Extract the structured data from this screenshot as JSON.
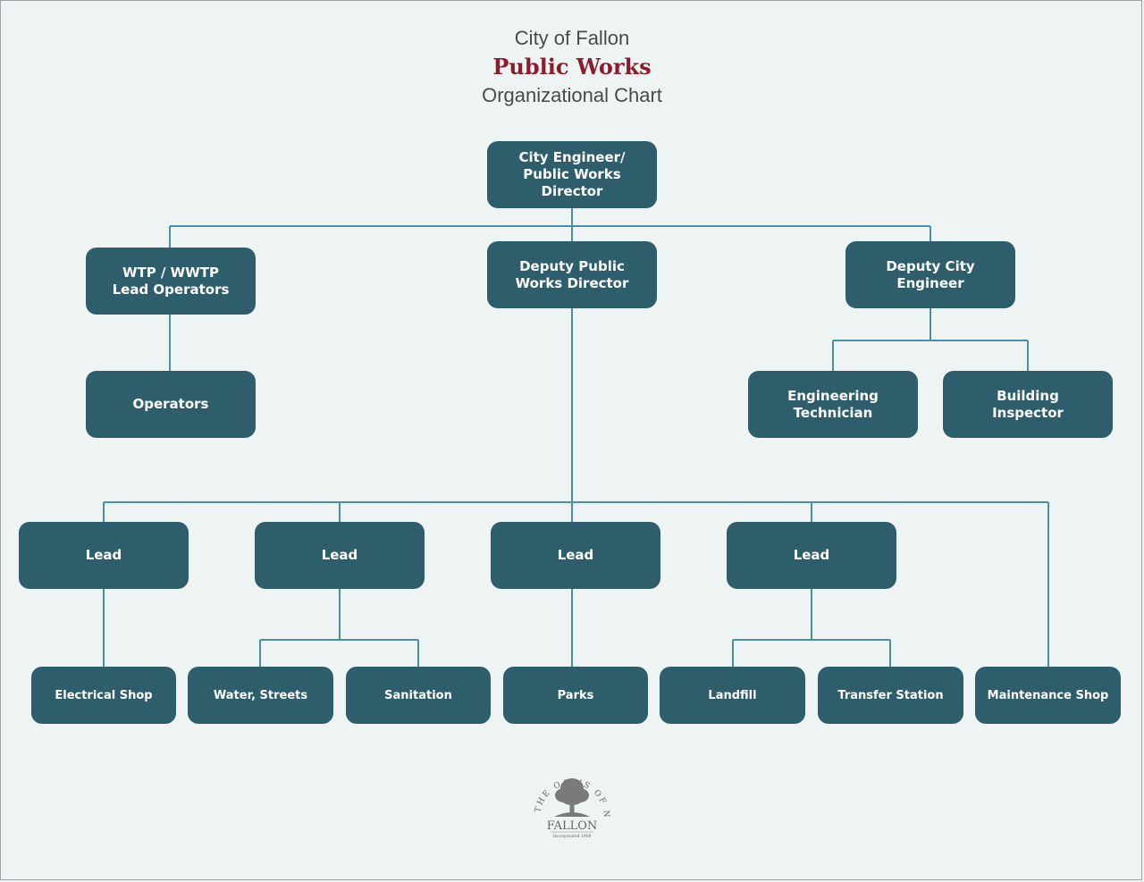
{
  "header": {
    "line1": "City of Fallon",
    "line2": "Public Works",
    "line3": "Organizational Chart"
  },
  "nodes": {
    "director": "City Engineer/\nPublic Works Director",
    "wtp": "WTP / WWTP\nLead Operators",
    "deputy_pw": "Deputy Public\nWorks Director",
    "deputy_ce": "Deputy City\nEngineer",
    "operators": "Operators",
    "eng_tech": "Engineering\nTechnician",
    "bldg_insp": "Building\nInspector",
    "lead1": "Lead",
    "lead2": "Lead",
    "lead3": "Lead",
    "lead4": "Lead",
    "electrical": "Electrical Shop",
    "water_streets": "Water, Streets",
    "sanitation": "Sanitation",
    "parks": "Parks",
    "landfill": "Landfill",
    "transfer": "Transfer Station",
    "maintenance": "Maintenance Shop"
  },
  "seal": {
    "arc_text": "THE OASIS OF NEVADA",
    "name": "FALLON",
    "incorporated": "Incorporated 1908"
  },
  "colors": {
    "node_fill": "#2e5e6c",
    "connector": "#4a8fa3",
    "title_accent": "#8c1d2c",
    "background": "#eef4f4"
  }
}
